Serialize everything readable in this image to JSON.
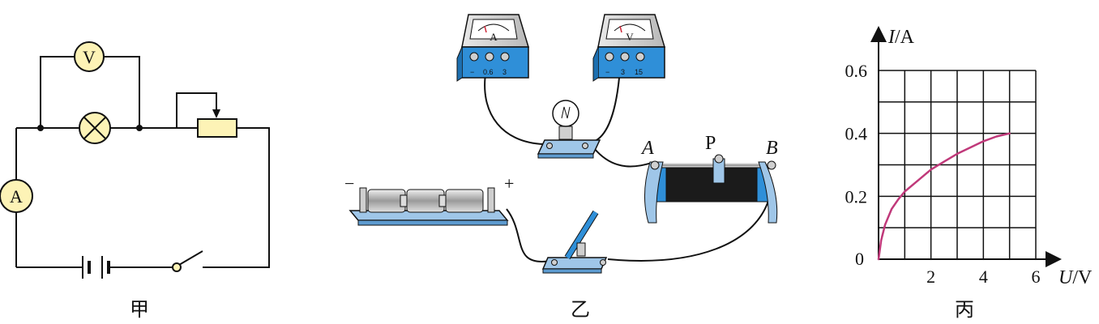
{
  "diagrams": {
    "jia": {
      "caption": "甲",
      "meters": {
        "voltmeter": "V",
        "ammeter": "A"
      }
    },
    "yi": {
      "caption": "乙",
      "ammeter": {
        "letter": "A",
        "terminals": [
          "−",
          "0.6",
          "3"
        ]
      },
      "voltmeter": {
        "letter": "V",
        "terminals": [
          "−",
          "3",
          "15"
        ]
      },
      "rheostat": {
        "end_a": "A",
        "slider": "P",
        "end_b": "B"
      },
      "battery": {
        "minus": "−",
        "plus": "+"
      }
    },
    "bing": {
      "caption": "丙"
    }
  },
  "chart_data": {
    "type": "line",
    "xlabel": {
      "symbol": "U",
      "unit": "/V"
    },
    "ylabel": {
      "symbol": "I",
      "unit": "/A"
    },
    "x_ticks": [
      "2",
      "4",
      "6"
    ],
    "y_ticks": [
      "0.2",
      "0.4",
      "0.6"
    ],
    "origin_label": "0",
    "xlim": [
      0,
      6
    ],
    "ylim": [
      0,
      0.6
    ],
    "grid": true,
    "grid_step": {
      "x": 1,
      "y": 0.1
    },
    "line_color": "#c0397a",
    "series": [
      {
        "x": [
          0,
          0.1,
          0.25,
          0.5,
          0.75,
          1,
          1.5,
          2,
          2.5,
          3,
          3.5,
          4,
          4.5,
          5
        ],
        "y": [
          0,
          0.06,
          0.11,
          0.16,
          0.19,
          0.215,
          0.25,
          0.285,
          0.31,
          0.335,
          0.355,
          0.375,
          0.39,
          0.4
        ]
      }
    ]
  }
}
